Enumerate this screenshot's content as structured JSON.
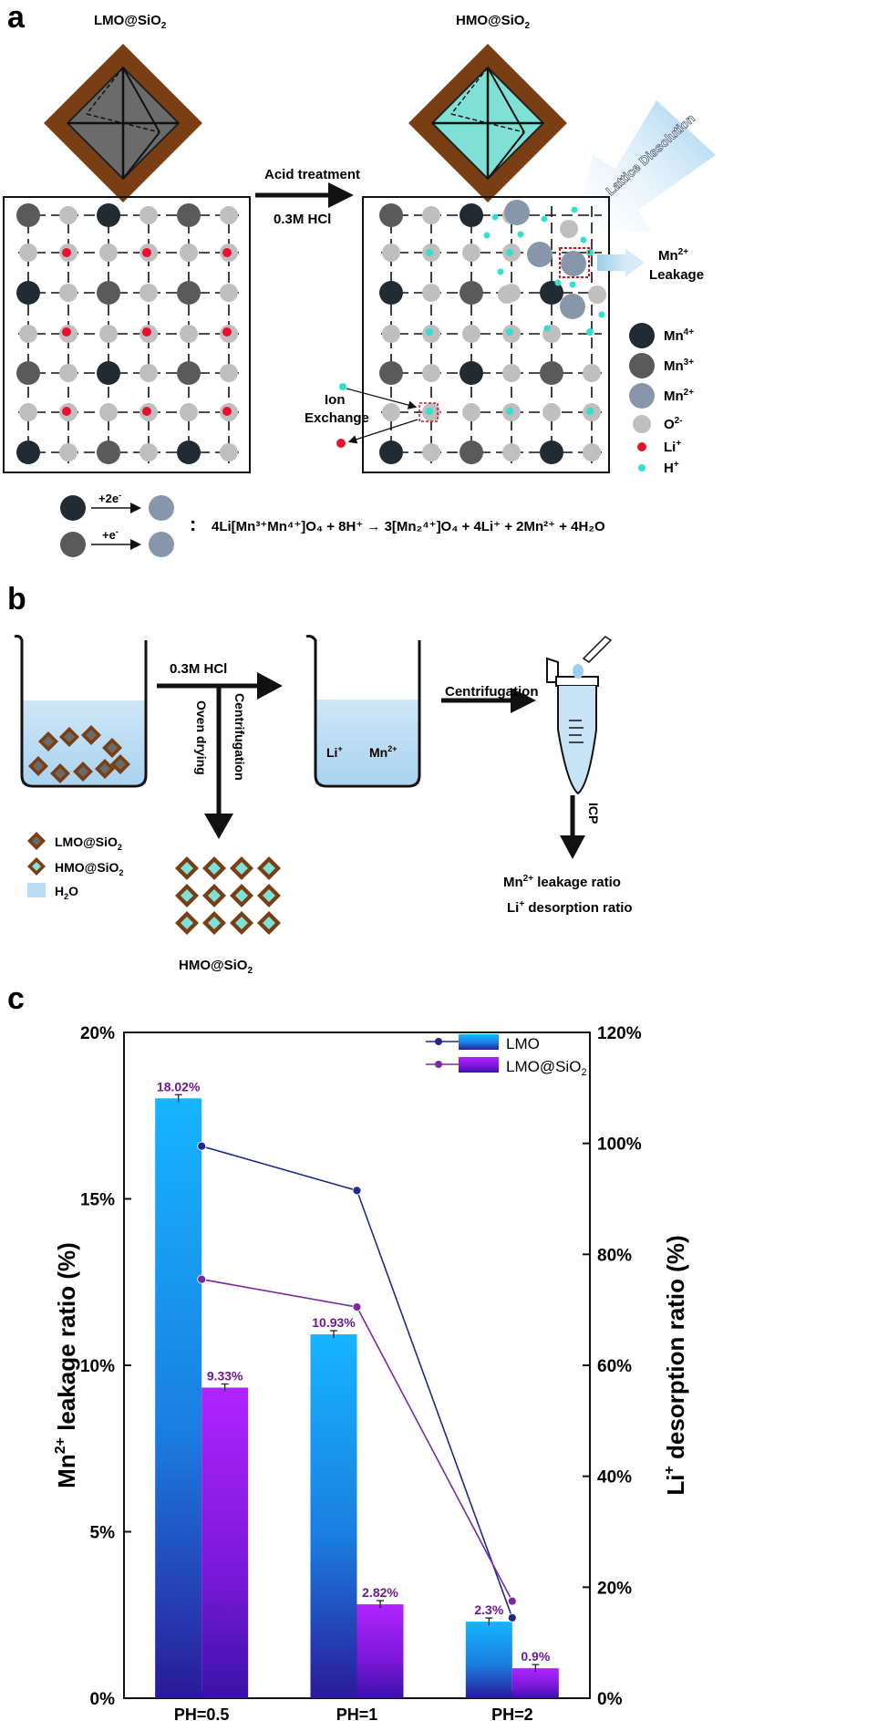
{
  "panel_a": {
    "letter": "a",
    "left_title_main": "LMO@SiO",
    "left_title_sub": "2",
    "right_title_main": "HMO@SiO",
    "right_title_sub": "2",
    "arrow_top": "Acid treatment",
    "arrow_bottom": "0.3M HCl",
    "lattice_dissolution": "Lattice Dissolution",
    "mn_leak_1": "Mn",
    "mn_leak_sup": "2+",
    "mn_leak_2": "Leakage",
    "ion_exchange_1": "Ion",
    "ion_exchange_2": "Exchange",
    "legend": {
      "mn4": {
        "base": "Mn",
        "sup": "4+",
        "color": "#222a33"
      },
      "mn3": {
        "base": "Mn",
        "sup": "3+",
        "color": "#5a5a5a"
      },
      "mn2": {
        "base": "Mn",
        "sup": "2+",
        "color": "#8796ab"
      },
      "o2": {
        "base": "O",
        "sup": "2-",
        "color": "#bfbfbf"
      },
      "li": {
        "base": "Li",
        "sup": "+",
        "color": "#e8102e"
      },
      "h": {
        "base": "H",
        "sup": "+",
        "color": "#33e0d0"
      }
    },
    "eq_plus2": "+2e",
    "eq_plus2_sup": "-",
    "eq_plus1": "+e",
    "eq_plus1_sup": "-",
    "eq_colon": ":",
    "equation": "4Li[Mn³⁺Mn⁴⁺]O₄ + 8H⁺ → 3[Mn₂⁴⁺]O₄ + 4Li⁺ + 2Mn²⁺ + 4H₂O",
    "colors": {
      "frame": "#7a3e14",
      "lmo": "#6a6a6a",
      "hmo": "#7fe0d6"
    }
  },
  "panel_b": {
    "letter": "b",
    "hcl": "0.3M HCl",
    "centrifugation_v": "Centrifugation",
    "oven_drying": "Oven drying",
    "ions_li": "Li",
    "ions_li_sup": "+",
    "ions_mn": "Mn",
    "ions_mn_sup": "2+",
    "centrifugation_h": "Centrifugation",
    "icp": "ICP",
    "mn_ratio_base": "Mn",
    "mn_ratio_sup": "2+",
    "mn_ratio_rest": " leakage ratio",
    "li_ratio_base": "Li",
    "li_ratio_sup": "+",
    "li_ratio_rest": " desorption ratio",
    "legend_lmo": "LMO@SiO",
    "legend_lmo_sub": "2",
    "legend_hmo": "HMO@SiO",
    "legend_hmo_sub": "2",
    "legend_water": "H",
    "legend_water_sub": "2",
    "legend_water_rest": "O",
    "product": "HMO@SiO",
    "product_sub": "2"
  },
  "chart_data": {
    "type": "bar",
    "panel_letter": "c",
    "categories": [
      "PH=0.5",
      "PH=1",
      "PH=2"
    ],
    "series": [
      {
        "name": "LMO",
        "type": "bar",
        "axis": "left",
        "values": [
          18.02,
          10.93,
          2.3
        ],
        "labels": [
          "18.02%",
          "10.93%",
          "2.3%"
        ],
        "color": "#1aa7f0"
      },
      {
        "name": "LMO@SiO₂",
        "type": "bar",
        "axis": "left",
        "values": [
          9.33,
          2.82,
          0.9
        ],
        "labels": [
          "9.33%",
          "2.82%",
          "0.9%"
        ],
        "color": "#a020f0"
      },
      {
        "name": "LMO",
        "type": "line",
        "axis": "right",
        "values": [
          99.5,
          91.5,
          14.5
        ],
        "color": "#1f2a8c"
      },
      {
        "name": "LMO@SiO₂",
        "type": "line",
        "axis": "right",
        "values": [
          75.5,
          70.5,
          17.5
        ],
        "color": "#7a2aa0"
      }
    ],
    "ylabel_left_base": "Mn",
    "ylabel_left_sup": "2+",
    "ylabel_left_rest": " leakage ratio (%)",
    "ylabel_right_base": "Li",
    "ylabel_right_sup": "+",
    "ylabel_right_rest": " desorption ratio (%)",
    "ylim_left": [
      0,
      20
    ],
    "ylim_right": [
      0,
      120
    ],
    "yticks_left": [
      "0%",
      "5%",
      "10%",
      "15%",
      "20%"
    ],
    "yticks_right": [
      "0%",
      "20%",
      "40%",
      "60%",
      "80%",
      "100%",
      "120%"
    ],
    "legend_lmo": "LMO",
    "legend_lmosio": "LMO@SiO",
    "legend_lmosio_sub": "2",
    "legend_position": "top-right",
    "label_color": "#6a1a9a",
    "grid": false
  }
}
